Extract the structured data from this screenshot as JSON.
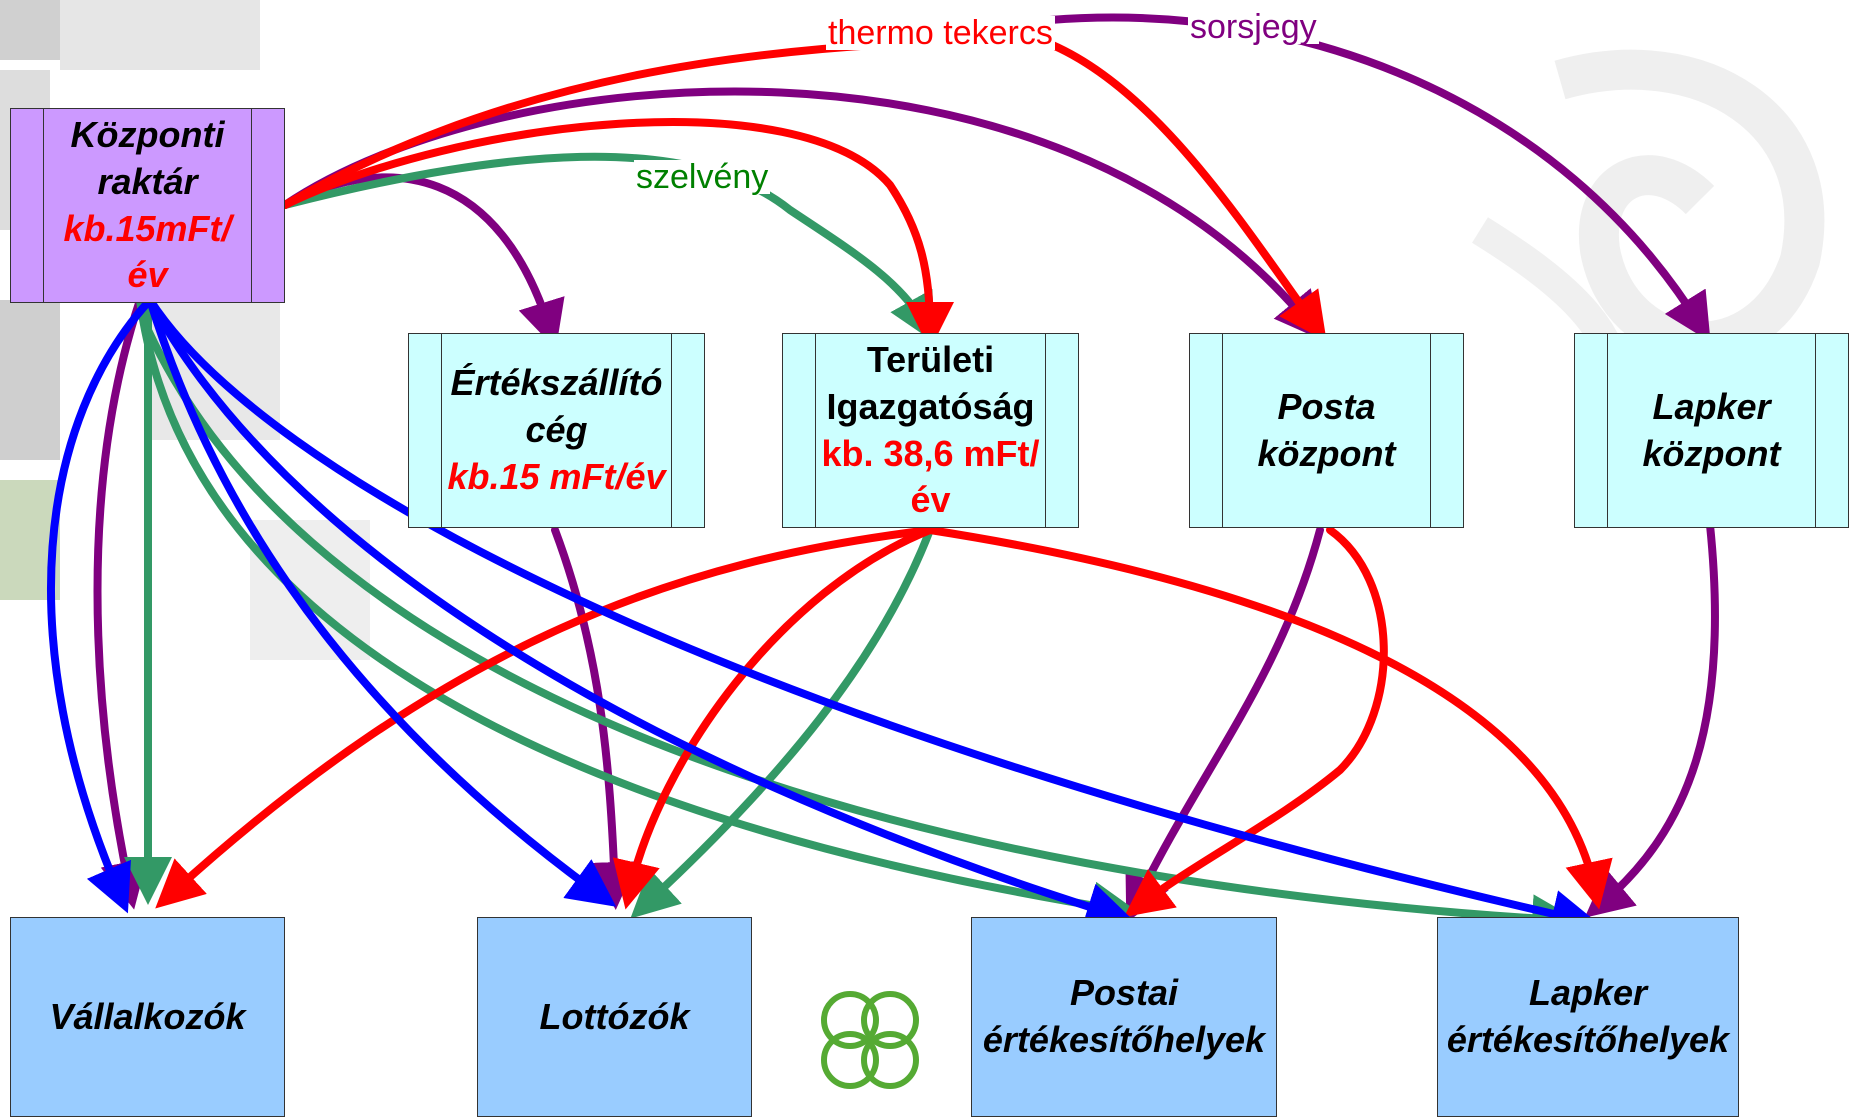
{
  "colors": {
    "red": "#ff0000",
    "purple": "#800080",
    "green": "#339966",
    "blue": "#0000ff",
    "box_central": "#cc99ff",
    "box_intermediate": "#ccffff",
    "box_destination": "#99ccff"
  },
  "labels": {
    "thermo": "thermo tekercs",
    "sorsjegy": "sorsjegy",
    "szelveny": "szelvény"
  },
  "boxes": {
    "kozponti": {
      "line1": "Központi",
      "line2": "raktár",
      "cost1": "kb.15mFt/",
      "cost2": "év"
    },
    "ertekszallito": {
      "line1": "Értékszállító",
      "line2": "cég",
      "cost": "kb.15 mFt/év"
    },
    "teruleti": {
      "line1": "Területi",
      "line2": "Igazgatóság",
      "cost1": "kb. 38,6 mFt/",
      "cost2": "év"
    },
    "posta": {
      "line1": "Posta",
      "line2": "központ"
    },
    "lapker": {
      "line1": "Lapker",
      "line2": "központ"
    },
    "vallalkozok": {
      "line1": "Vállalkozók"
    },
    "lottozok": {
      "line1": "Lottózók"
    },
    "postai": {
      "line1": "Postai",
      "line2": "értékesítőhelyek"
    },
    "lapker_ert": {
      "line1": "Lapker",
      "line2": "értékesítőhelyek"
    }
  },
  "decorations": [
    "clover-logo"
  ]
}
